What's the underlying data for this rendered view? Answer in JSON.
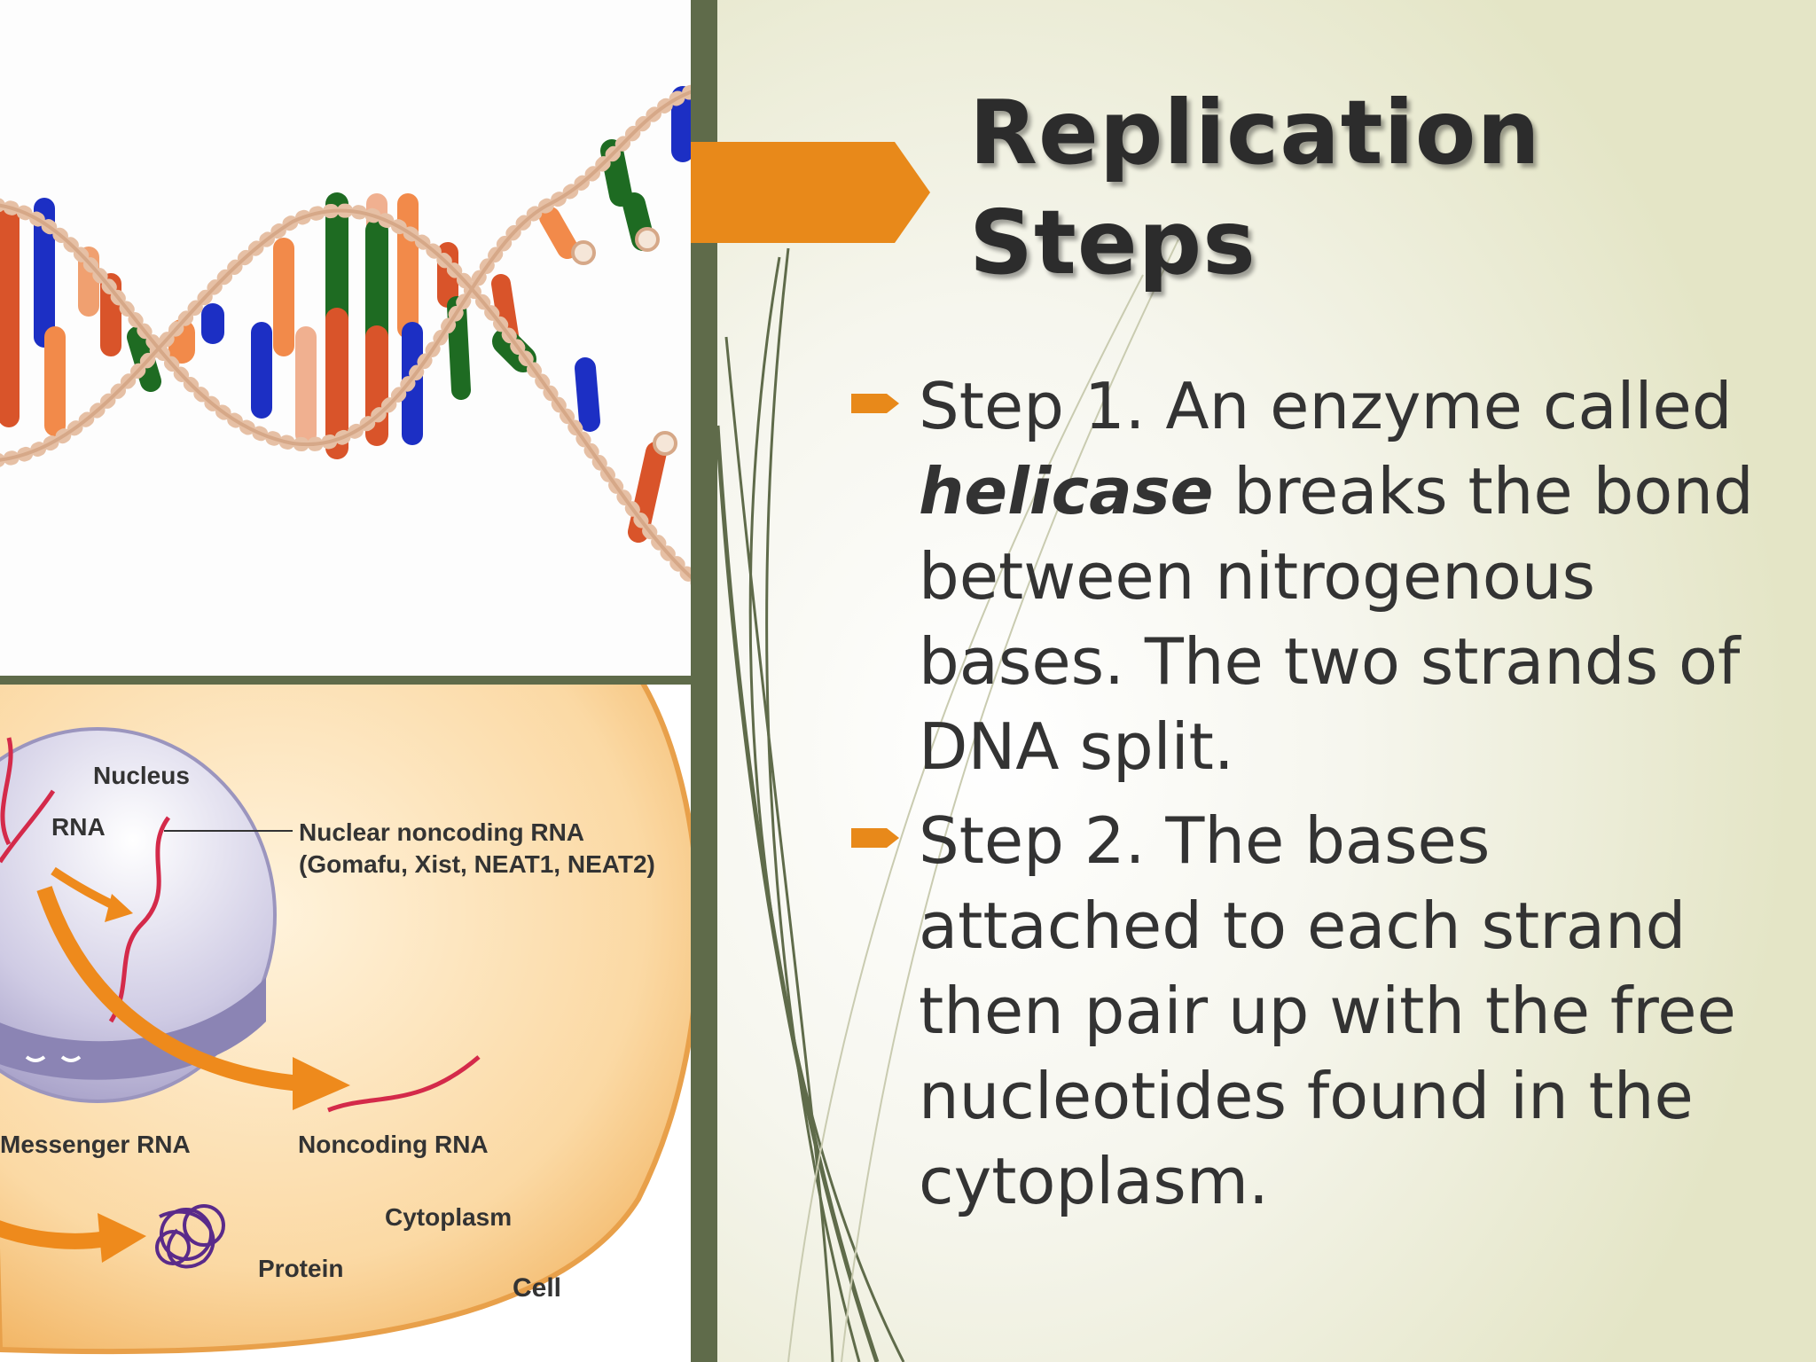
{
  "slide": {
    "title_line1": "Replication",
    "title_line2": "Steps",
    "accent_color": "#e8891a",
    "frame_color": "#5f6b4a",
    "bullets": [
      {
        "icon": "arrow-bullet-icon",
        "before": "Step 1. An enzyme called ",
        "emphasis": "helicase",
        "after": " breaks the bond between nitrogenous bases. The two strands of DNA split."
      },
      {
        "icon": "arrow-bullet-icon",
        "text": "Step 2. The bases attached to each strand then pair up with the free nucleotides found in the cytoplasm."
      }
    ]
  },
  "cell_diagram": {
    "labels": {
      "nucleus": "Nucleus",
      "rna": "RNA",
      "nuclear_ncrna_line1": "Nuclear noncoding RNA",
      "nuclear_ncrna_line2": "(Gomafu, Xist, NEAT1, NEAT2)",
      "messenger_rna": "Messenger RNA",
      "noncoding_rna": "Noncoding RNA",
      "cytoplasm": "Cytoplasm",
      "protein": "Protein",
      "cell": "Cell"
    }
  }
}
